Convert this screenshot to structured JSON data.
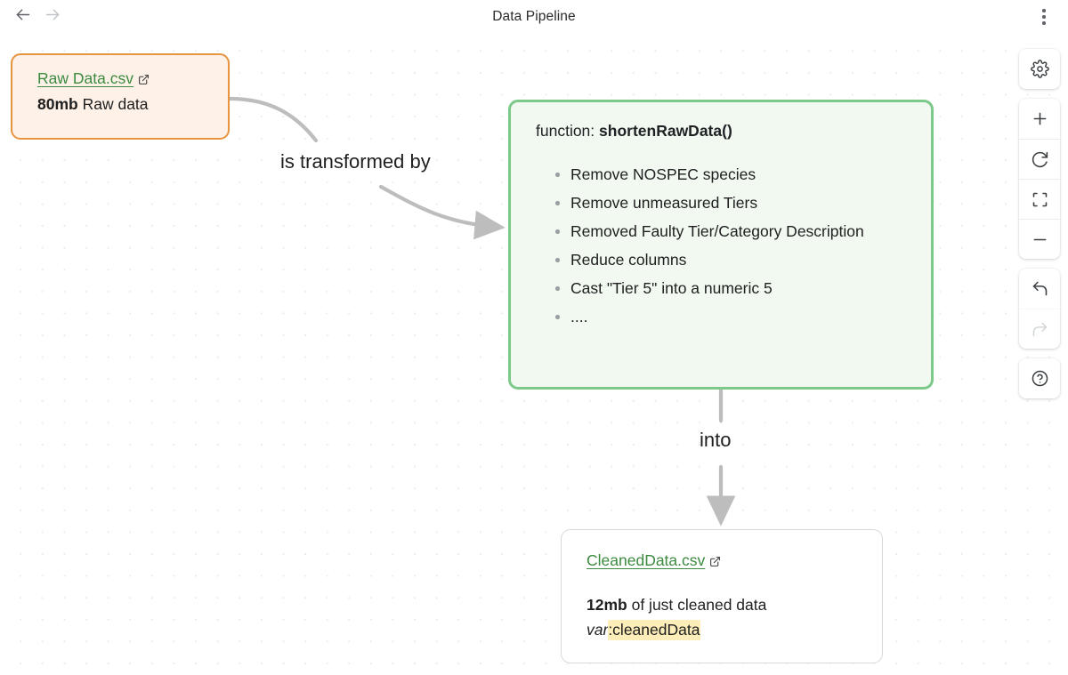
{
  "header": {
    "title": "Data Pipeline",
    "back_icon": "arrow-left-icon",
    "forward_icon": "arrow-right-icon",
    "menu_icon": "more-vertical-icon"
  },
  "nodes": {
    "raw": {
      "file_name": "Raw Data.csv",
      "link_icon": "external-link-icon",
      "size": "80mb",
      "description": "Raw data",
      "border_color": "#e8943f",
      "fill_color": "#fdf1e8"
    },
    "function": {
      "label": "function:",
      "name": "shortenRawData()",
      "items": [
        "Remove NOSPEC species",
        "Remove unmeasured Tiers",
        "Removed Faulty Tier/Category Description",
        "Reduce columns",
        "Cast \"Tier 5\" into a numeric 5",
        "...."
      ],
      "border_color": "#7dc98a",
      "fill_color": "#f1f9f1"
    },
    "cleaned": {
      "file_name": "CleanedData.csv",
      "link_icon": "external-link-icon",
      "size": "12mb",
      "description": "of just cleaned data",
      "var_label": "var",
      "var_name": ":cleanedData",
      "highlight_color": "#fdeeb9",
      "border_color": "#d9d9d9"
    }
  },
  "edges": [
    {
      "label": "is transformed by",
      "from": "raw",
      "to": "function"
    },
    {
      "label": "into",
      "from": "function",
      "to": "cleaned"
    }
  ],
  "toolbar": {
    "groups": [
      {
        "buttons": [
          {
            "name": "settings-button",
            "icon": "gear-icon"
          }
        ]
      },
      {
        "buttons": [
          {
            "name": "zoom-in-button",
            "icon": "plus-icon"
          },
          {
            "name": "reset-view-button",
            "icon": "refresh-icon"
          },
          {
            "name": "fit-to-screen-button",
            "icon": "fullscreen-icon"
          },
          {
            "name": "zoom-out-button",
            "icon": "minus-icon"
          }
        ]
      },
      {
        "buttons": [
          {
            "name": "undo-button",
            "icon": "undo-icon"
          },
          {
            "name": "redo-button",
            "icon": "redo-icon",
            "disabled": true
          }
        ]
      },
      {
        "buttons": [
          {
            "name": "help-button",
            "icon": "question-circle-icon"
          }
        ]
      }
    ]
  },
  "canvas": {
    "edge_color": "#bdbdbd",
    "dot_color": "#ececf0"
  }
}
